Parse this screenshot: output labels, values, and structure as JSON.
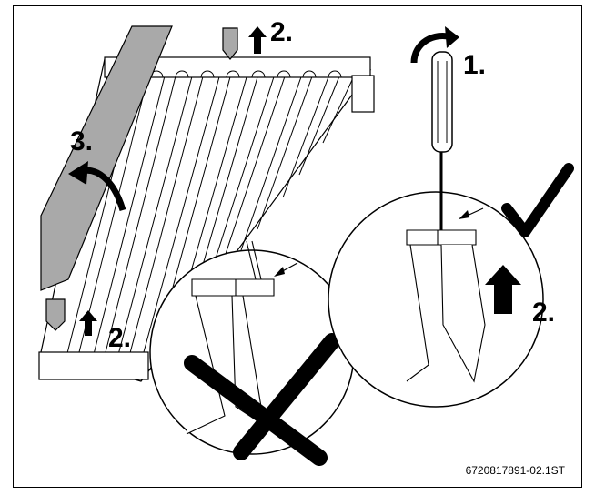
{
  "steps": {
    "one": "1.",
    "two_top": "2.",
    "two_right": "2.",
    "two_bottom": "2.",
    "three": "3."
  },
  "reference_code": "6720817891-02.1ST",
  "colors": {
    "ink": "#000000",
    "rail": "#a9a9a9",
    "paper": "#ffffff"
  },
  "icons": [
    "screwdriver-icon",
    "checkmark-icon",
    "cross-icon",
    "arrow-up-icon",
    "curved-arrow-icon"
  ]
}
